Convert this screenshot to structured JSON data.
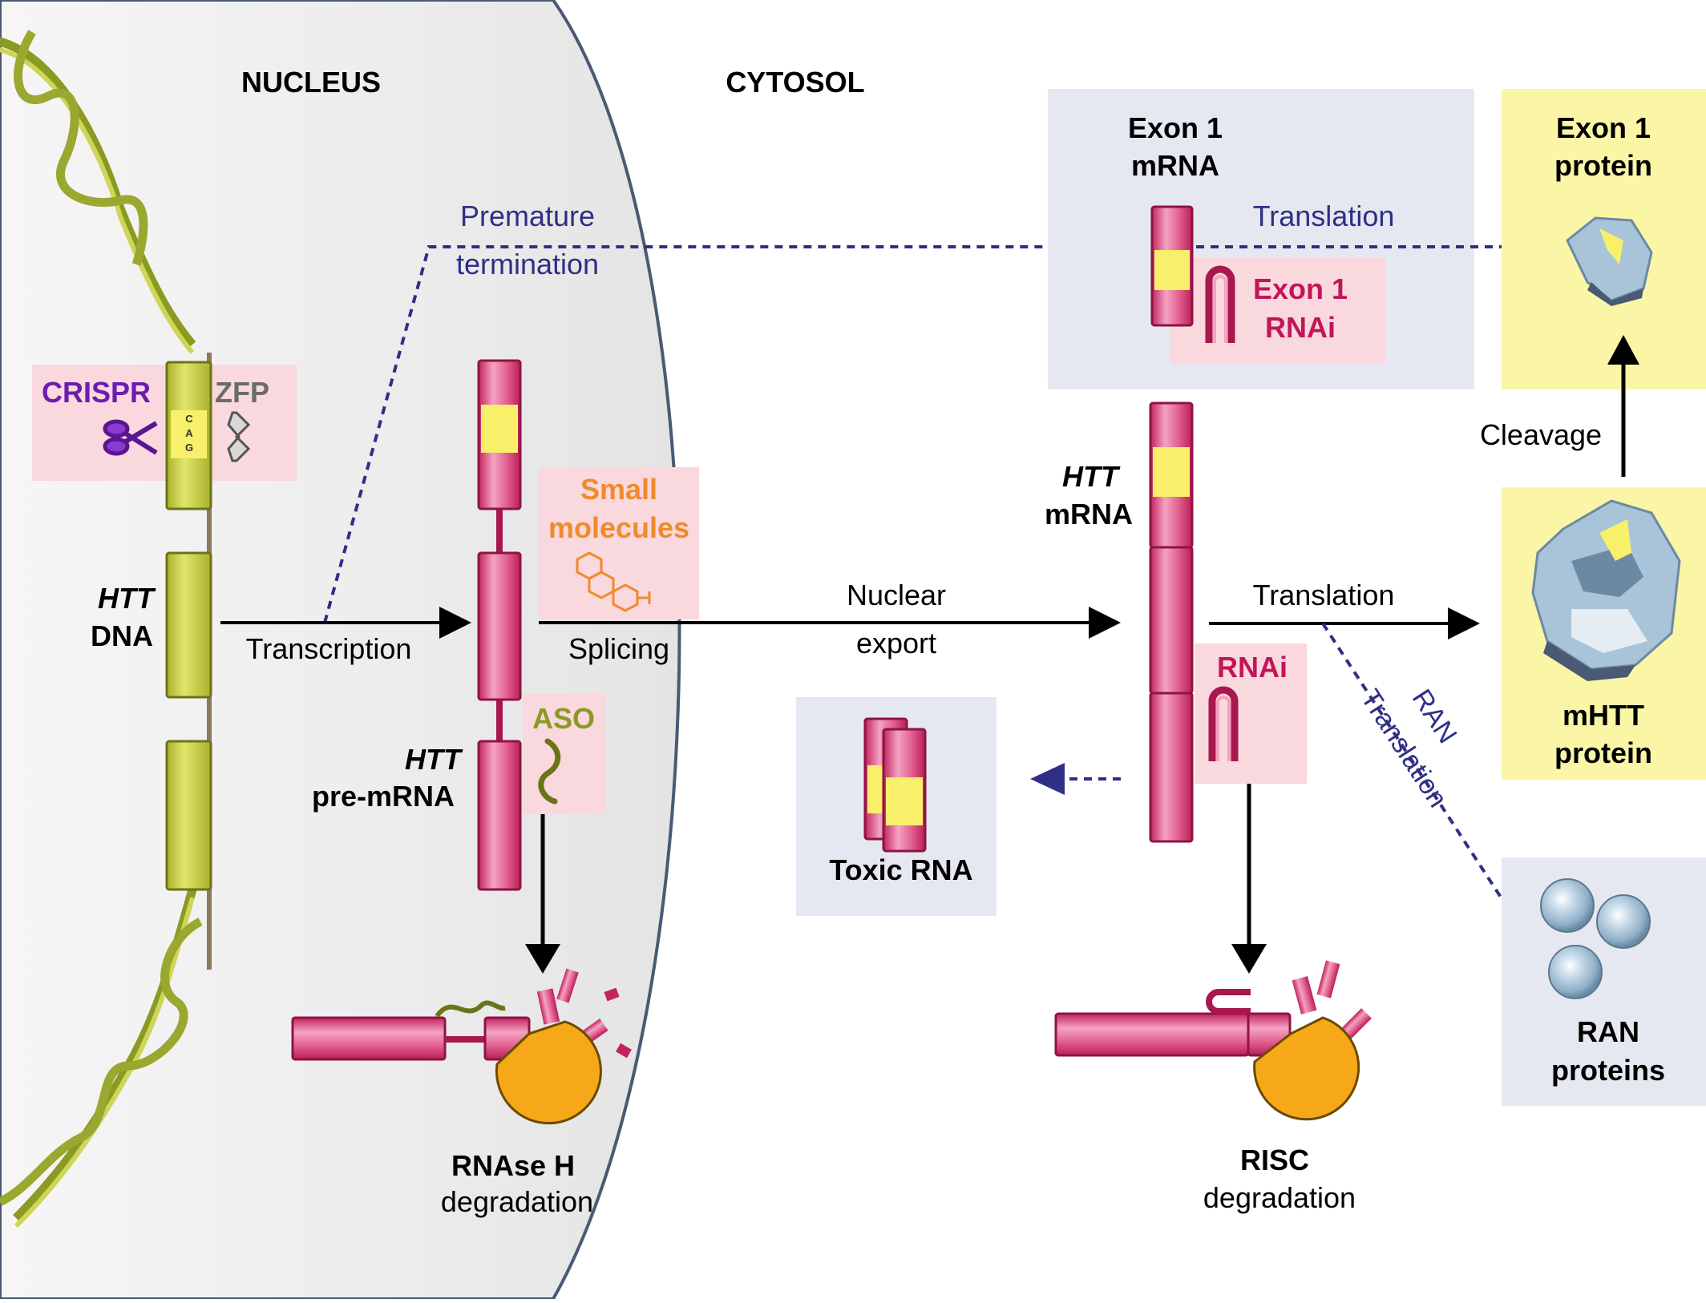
{
  "compartments": {
    "nucleus": "NUCLEUS",
    "cytosol": "CYTOSOL"
  },
  "dna": {
    "gene_italic": "HTT",
    "label": "DNA",
    "cag_letters": [
      "C",
      "A",
      "G"
    ]
  },
  "editors": {
    "crispr": "CRISPR",
    "zfp": "ZFP"
  },
  "premature": {
    "line1": "Premature",
    "line2": "termination"
  },
  "steps": {
    "transcription": "Transcription",
    "splicing": "Splicing",
    "nuclear_export_1": "Nuclear",
    "nuclear_export_2": "export",
    "translation_top": "Translation",
    "translation_mid": "Translation",
    "cleavage": "Cleavage",
    "ran_1": "RAN",
    "ran_2": "Translation"
  },
  "small_molecules": {
    "line1": "Small",
    "line2": "molecules"
  },
  "aso": "ASO",
  "pre_mrna": {
    "gene_italic": "HTT",
    "label": "pre-mRNA"
  },
  "rnase": {
    "line1": "RNAse H",
    "line2": "degradation"
  },
  "exon1_mrna": {
    "line1": "Exon 1",
    "line2": "mRNA"
  },
  "exon1_rnai": {
    "line1": "Exon 1",
    "line2": "RNAi"
  },
  "exon1_protein": {
    "line1": "Exon 1",
    "line2": "protein"
  },
  "htt_mrna": {
    "gene_italic": "HTT",
    "label": "mRNA"
  },
  "rnai": "RNAi",
  "toxic_rna": "Toxic RNA",
  "mhtt": {
    "line1": "mHTT",
    "line2": "protein"
  },
  "risc": {
    "line1": "RISC",
    "line2": "degradation"
  },
  "ran_proteins": {
    "line1": "RAN",
    "line2": "proteins"
  },
  "colors": {
    "nucleus_fill": "#ececec",
    "membrane": "#4a5a74",
    "rna_pink": "#d9467a",
    "rna_dark": "#a8184e",
    "cag_yellow": "#f8ef6a",
    "dna_green": "#cbd247",
    "pink_box": "#f9d8de",
    "grey_box": "#e6e8f1",
    "yellow_box": "#fbf5a6",
    "arrow_blue": "#2e2f85",
    "crispr_purple": "#6d1cb0",
    "small_molecule_orange": "#f08a2c",
    "aso_green": "#8a9a22",
    "exon1_rnai_red": "#c2155a",
    "enzyme_orange": "#f6a818",
    "protein_blue": "#a9c3d8"
  }
}
